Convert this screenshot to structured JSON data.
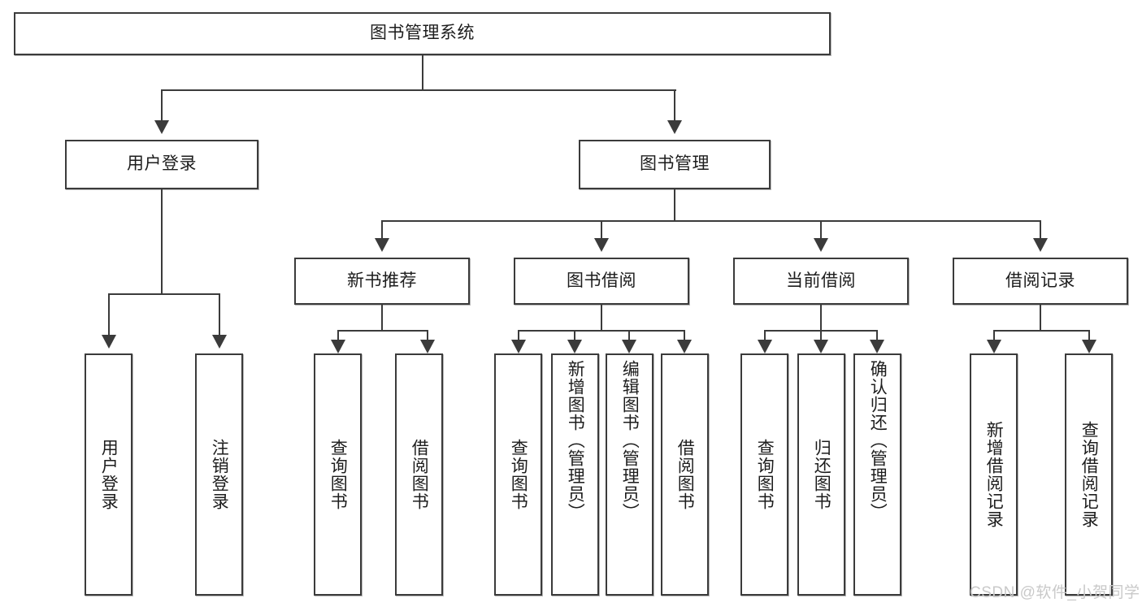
{
  "diagram": {
    "type": "tree-flowchart",
    "title": "图书管理系统",
    "watermark": "CSDN @软件_小贺同学",
    "colors": {
      "background": "#ffffff",
      "box_border": "#3b3b3b",
      "box_fill": "#ffffff",
      "connector": "#3b3b3b",
      "text": "#1d1d1d",
      "watermark": "#c9c9c9"
    },
    "nodes": {
      "root": {
        "label": "图书管理系统"
      },
      "level2": [
        {
          "label": "用户登录"
        },
        {
          "label": "图书管理"
        }
      ],
      "level3": [
        {
          "label": "新书推荐"
        },
        {
          "label": "图书借阅"
        },
        {
          "label": "当前借阅"
        },
        {
          "label": "借阅记录"
        }
      ],
      "leaves": {
        "user_login": [
          {
            "label": "用户登录"
          },
          {
            "label": "注销登录"
          }
        ],
        "new_book": [
          {
            "label": "查询图书"
          },
          {
            "label": "借阅图书"
          }
        ],
        "book_borrow": [
          {
            "label": "查询图书"
          },
          {
            "label": "新增图书（管理员）"
          },
          {
            "label": "编辑图书（管理员）"
          },
          {
            "label": "借阅图书"
          }
        ],
        "current_borrow": [
          {
            "label": "查询图书"
          },
          {
            "label": "归还图书"
          },
          {
            "label": "确认归还（管理员）"
          }
        ],
        "borrow_record": [
          {
            "label": "新增借阅记录"
          },
          {
            "label": "查询借阅记录"
          }
        ]
      }
    }
  }
}
